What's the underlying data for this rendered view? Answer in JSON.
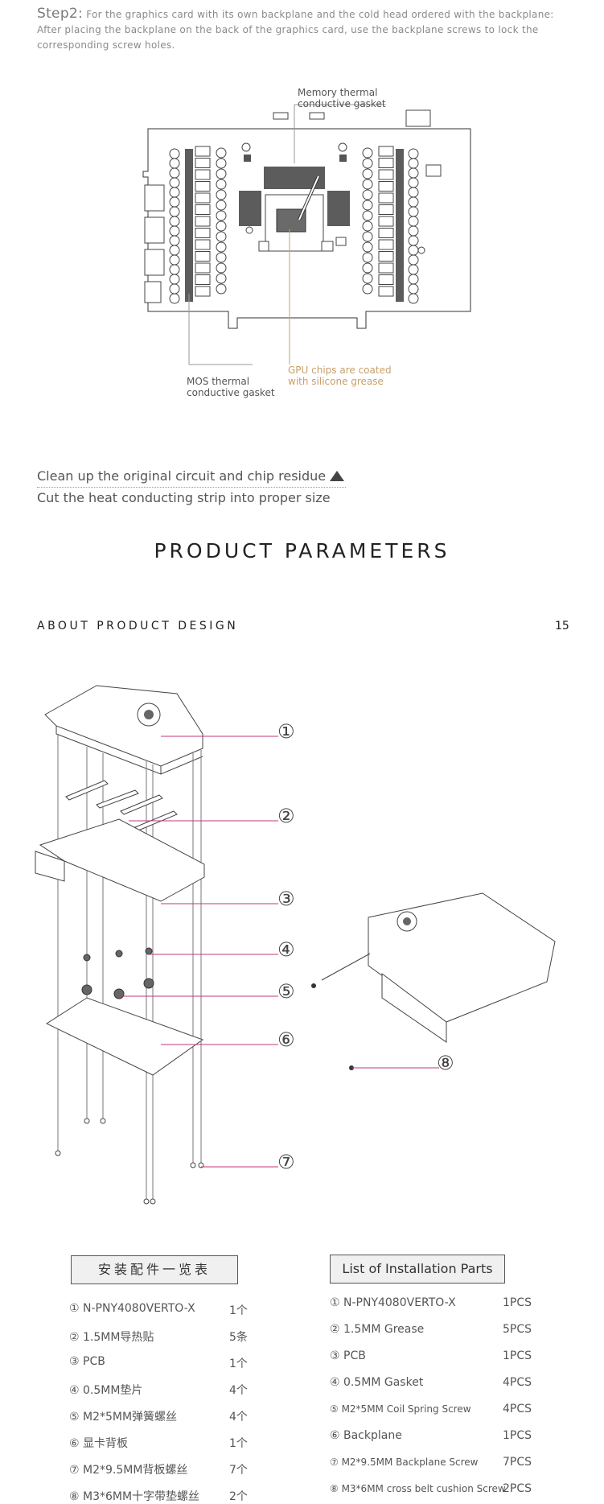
{
  "step2": {
    "label": "Step2:",
    "text": "For the graphics card with its own backplane and the cold head ordered with the backplane: After placing the backplane on the back of the graphics card, use the backplane screws to lock the corresponding screw holes."
  },
  "diagram": {
    "memory_label_1": "Memory thermal",
    "memory_label_2": "conductive gasket",
    "mos_label_1": "MOS thermal",
    "mos_label_2": "conductive gasket",
    "gpu_label_1": "GPU chips are coated",
    "gpu_label_2": "with silicone grease"
  },
  "notes": {
    "line1": "Clean up the original circuit and chip residue",
    "line2": "Cut the heat conducting strip into proper size"
  },
  "section": {
    "title": "PRODUCT PARAMETERS",
    "subtitle": "ABOUT PRODUCT DESIGN",
    "page": "15"
  },
  "exploded": {
    "markers": [
      "①",
      "②",
      "③",
      "④",
      "⑤",
      "⑥",
      "⑦",
      "⑧"
    ]
  },
  "parts_cn": {
    "title": "安装配件一览表",
    "items": [
      {
        "name": "① N-PNY4080VERTO-X",
        "qty": "1个"
      },
      {
        "name": "② 1.5MM导热贴",
        "qty": "5条"
      },
      {
        "name": "③  PCB",
        "qty": "1个"
      },
      {
        "name": "④  0.5MM垫片",
        "qty": "4个"
      },
      {
        "name": "⑤ M2*5MM弹簧螺丝",
        "qty": "4个"
      },
      {
        "name": "⑥ 显卡背板",
        "qty": "1个"
      },
      {
        "name": "⑦ M2*9.5MM背板螺丝",
        "qty": "7个"
      },
      {
        "name": "⑧ M3*6MM十字带垫螺丝",
        "qty": "2个"
      }
    ]
  },
  "parts_en": {
    "title": "List of Installation Parts",
    "items": [
      {
        "name": "① N-PNY4080VERTO-X",
        "qty": "1PCS"
      },
      {
        "name": "② 1.5MM Grease",
        "qty": "5PCS"
      },
      {
        "name": "③ PCB",
        "qty": "1PCS"
      },
      {
        "name": "④ 0.5MM  Gasket",
        "qty": "4PCS"
      },
      {
        "name": "⑤ M2*5MM  Coil  Spring  Screw",
        "qty": "4PCS"
      },
      {
        "name": "⑥ Backplane",
        "qty": "1PCS"
      },
      {
        "name": "⑦ M2*9.5MM  Backplane  Screw",
        "qty": "7PCS"
      },
      {
        "name": "⑧ M3*6MM cross belt cushion Screw",
        "qty": "2PCS"
      }
    ]
  },
  "colors": {
    "accent_magenta": "#c2377e",
    "accent_gold": "#c8a06a",
    "dark_component": "#5c5c5c"
  }
}
